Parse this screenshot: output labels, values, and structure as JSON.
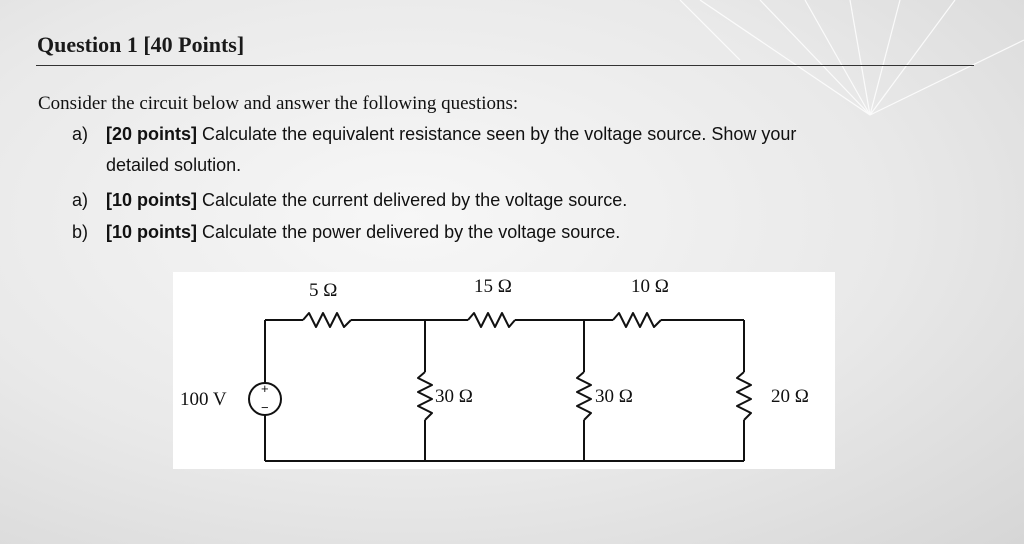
{
  "heading": "Question 1 [40 Points]",
  "intro": "Consider the circuit below and answer the following questions:",
  "questions": [
    {
      "label": "a)",
      "points": "[20 points]",
      "text": "Calculate the equivalent resistance seen by the voltage source. Show your",
      "continuation": "detailed solution."
    },
    {
      "label": "a)",
      "points": "[10 points]",
      "text": "Calculate the current delivered by the voltage source."
    },
    {
      "label": "b)",
      "points": "[10 points]",
      "text": "Calculate the power delivered by the voltage source."
    }
  ],
  "circuit": {
    "source_label": "100 V",
    "source_plus": "+",
    "source_minus": "−",
    "r1": "5 Ω",
    "r2": "15 Ω",
    "r3": "10 Ω",
    "r4": "30 Ω",
    "r5": "30 Ω",
    "r6": "20 Ω"
  }
}
